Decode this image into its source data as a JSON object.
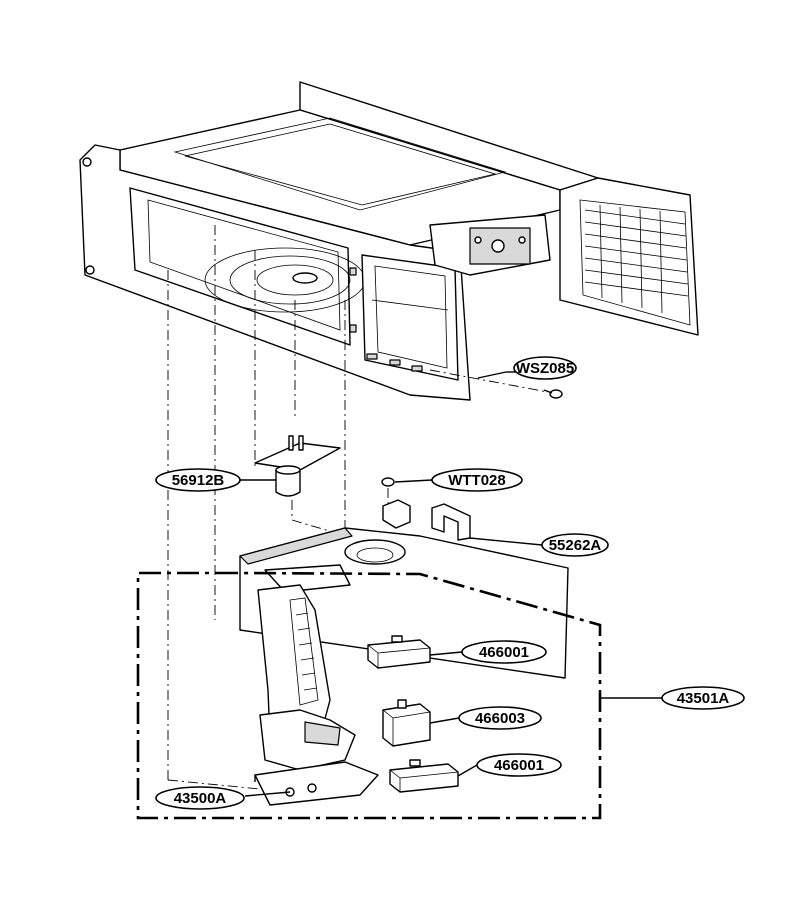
{
  "labels": {
    "wsz085": "WSZ085",
    "p56912b": "56912B",
    "wtt028": "WTT028",
    "p55262a": "55262A",
    "p466001_upper": "466001",
    "p43501a": "43501A",
    "p466003": "466003",
    "p466001_lower": "466001",
    "p43500a": "43500A"
  }
}
